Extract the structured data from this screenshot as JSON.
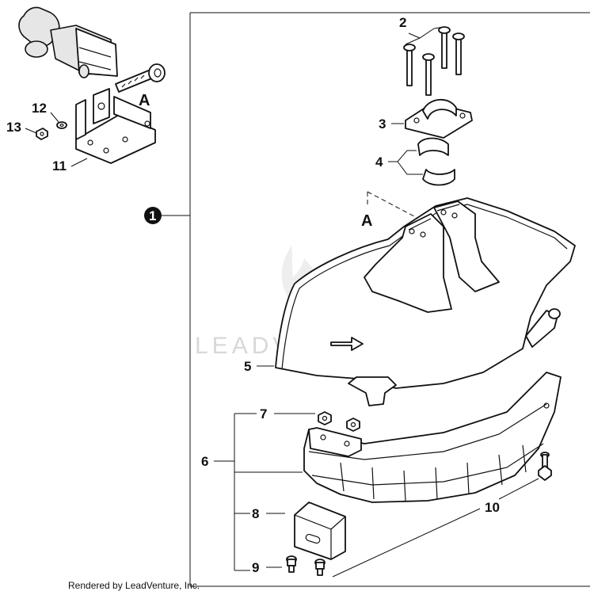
{
  "callouts": {
    "assembly": "1",
    "bolt_set": "2",
    "clamp_upper": "3",
    "clamp_cushions": "4",
    "guard": "5",
    "guard_extension": "6",
    "nuts": "7",
    "plate": "8",
    "screws": "9",
    "cutter_bolt": "10",
    "bracket": "11",
    "washer": "12",
    "nut": "13"
  },
  "reference_marks": {
    "bracket_ref": "A",
    "guard_ref": "A"
  },
  "watermark": "LEADVENTURE",
  "footer": "Rendered by LeadVenture, Inc."
}
